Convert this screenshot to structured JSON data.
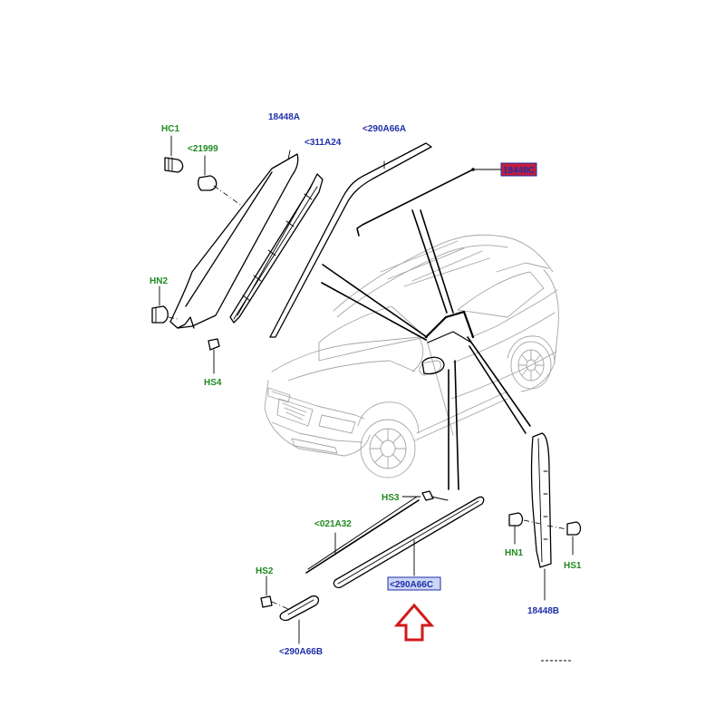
{
  "labels": {
    "hc1": "HC1",
    "p21999": "<21999",
    "p18448a": "18448A",
    "p311a24": "<311A24",
    "p290a66a": "<290A66A",
    "p18448c": "18448C",
    "hn2": "HN2",
    "hs4": "HS4",
    "hs3": "HS3",
    "p021a32": "<021A32",
    "hs2": "HS2",
    "p290a66c": "<290A66C",
    "p290a66b": "<290A66B",
    "hn1": "HN1",
    "hs1": "HS1",
    "p18448b": "18448B"
  },
  "highlight_colors": {
    "label_blue": "#1f2fa8",
    "label_green": "#1f8a1f",
    "selected_box_fill": "#c41e3a",
    "focus_box_fill": "#ccd6f5",
    "arrow": "#d11a1a"
  },
  "icons": {
    "pointer": "up-arrow-icon"
  }
}
